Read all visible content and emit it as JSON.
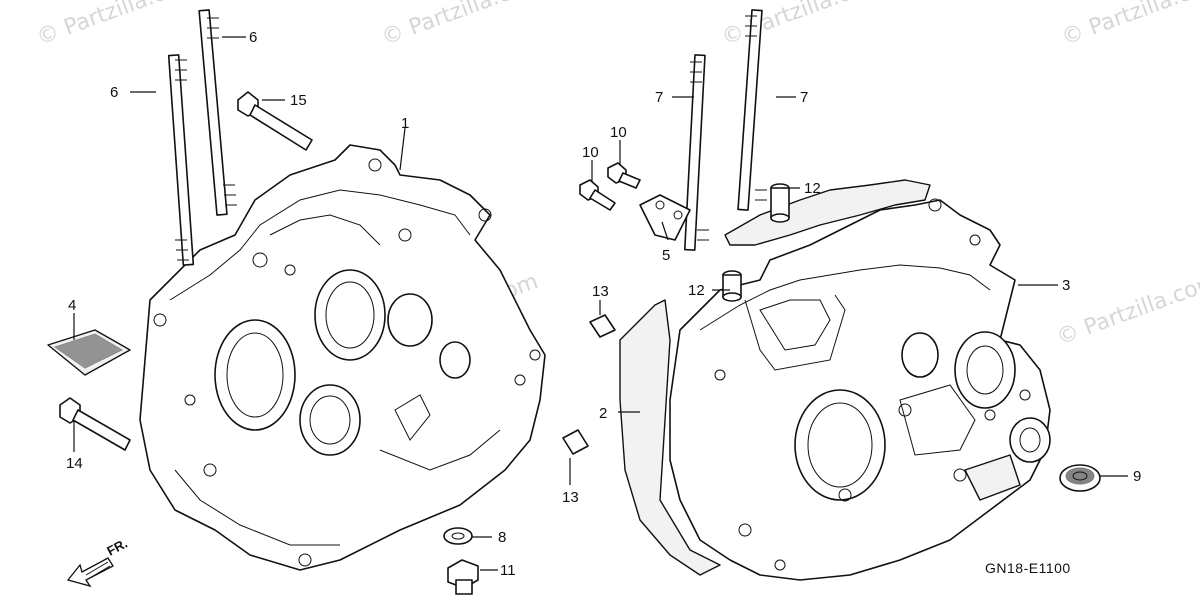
{
  "watermark": "© Partzilla.com",
  "diagram_code": "GN18-E1100",
  "front_indicator": "FR.",
  "callouts": {
    "c1": "1",
    "c2": "2",
    "c3": "3",
    "c4": "4",
    "c5": "5",
    "c6a": "6",
    "c6b": "6",
    "c7a": "7",
    "c7b": "7",
    "c8": "8",
    "c9": "9",
    "c10a": "10",
    "c10b": "10",
    "c11": "11",
    "c12a": "12",
    "c12b": "12",
    "c13a": "13",
    "c13b": "13",
    "c14": "14",
    "c15": "15"
  },
  "icons": {
    "front_arrow": "front-arrow-icon"
  }
}
